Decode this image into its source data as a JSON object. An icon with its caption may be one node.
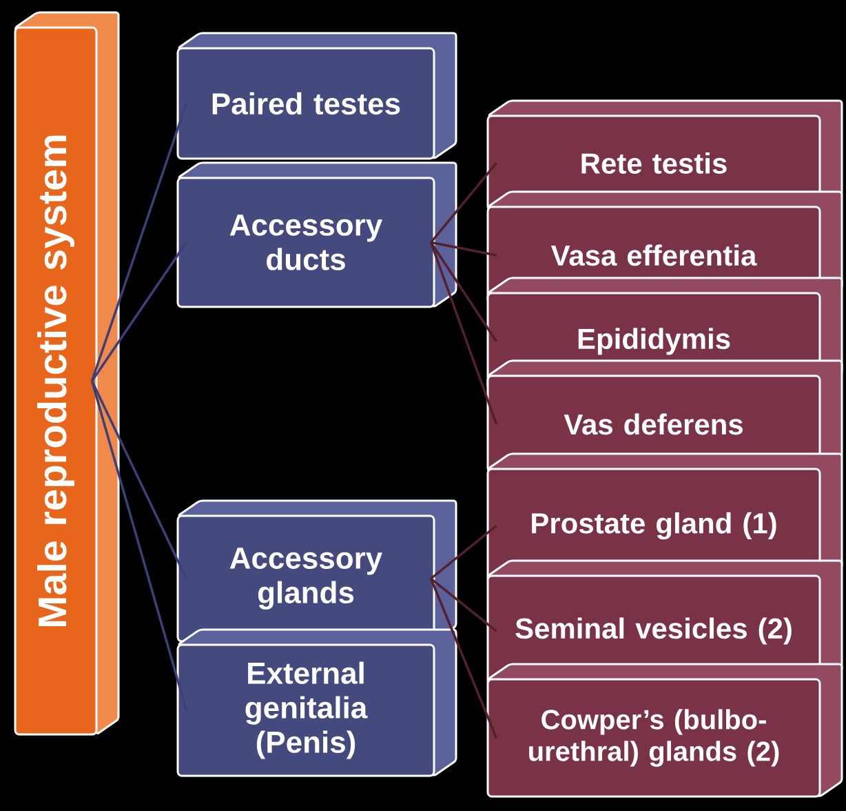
{
  "diagram": {
    "nodes": [
      {
        "text": [
          "Male reproductive system"
        ]
      },
      {
        "text": [
          "Paired testes"
        ]
      },
      {
        "text": [
          "Accessory ducts"
        ]
      },
      {
        "text": [
          "Rete testis"
        ]
      },
      {
        "text": [
          "Vasa efferentia"
        ]
      },
      {
        "text": [
          "Epididymis"
        ]
      },
      {
        "text": [
          "Vas deferens"
        ]
      },
      {
        "text": [
          "Accessory glands"
        ]
      },
      {
        "text": [
          "External genitalia (Penis)"
        ]
      },
      {
        "text": [
          "Prostate gland (1)"
        ]
      },
      {
        "text": [
          "Seminal vesicles (2)"
        ]
      },
      {
        "text": [
          "Cowper’s (bulbo-urethral) glands (2)"
        ]
      }
    ],
    "edges": [
      {
        "from": 0,
        "to": 1,
        "arrow": "none",
        "color": "#3c3f78"
      },
      {
        "from": 0,
        "to": 2,
        "arrow": "none",
        "color": "#3c3f78"
      },
      {
        "from": 0,
        "to": 7,
        "arrow": "none",
        "color": "#3c3f78"
      },
      {
        "from": 0,
        "to": 8,
        "arrow": "none",
        "color": "#3c3f78"
      },
      {
        "from": 2,
        "to": 3,
        "arrow": "none"
      },
      {
        "from": 2,
        "to": 4,
        "arrow": "none"
      },
      {
        "from": 2,
        "to": 5,
        "arrow": "none"
      },
      {
        "from": 2,
        "to": 6,
        "arrow": "none"
      },
      {
        "from": 7,
        "to": 9,
        "arrow": "none"
      },
      {
        "from": 7,
        "to": 10,
        "arrow": "none"
      },
      {
        "from": 7,
        "to": 11,
        "arrow": "none"
      }
    ]
  }
}
